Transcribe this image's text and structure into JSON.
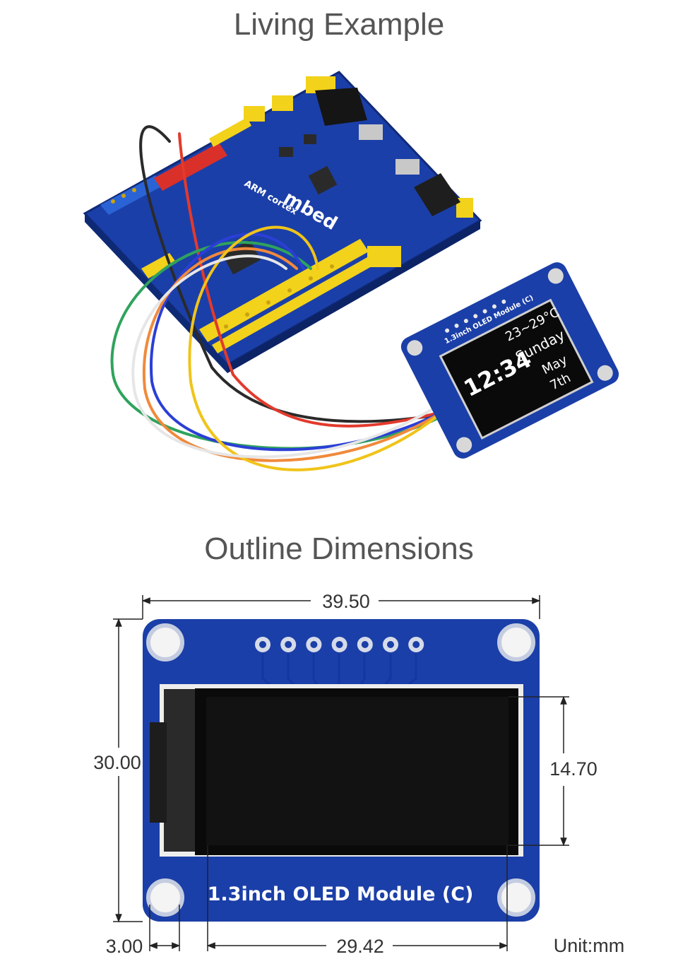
{
  "titles": {
    "living": "Living Example",
    "outline": "Outline Dimensions"
  },
  "living_example": {
    "board_label_mbed": "mbed",
    "board_label_arm": "ARM cortex",
    "module_label": "1.3inch OLED Module (C)",
    "screen": {
      "time": "12:34",
      "temp": "23~29°C",
      "day": "Sunday",
      "month": "May",
      "date": "7th"
    },
    "wire_colors": [
      "#2a2a2a",
      "#e23a2c",
      "#2fa35c",
      "#2b3fd6",
      "#f08a3c",
      "#f0c419",
      "#e6e6e6"
    ]
  },
  "outline": {
    "module_label": "1.3inch OLED Module (C)",
    "width": "39.50",
    "height": "30.00",
    "display_height": "14.70",
    "display_width": "29.42",
    "hole_offset": "3.00",
    "unit": "Unit:mm",
    "pin_count": 7
  },
  "colors": {
    "pcb_blue": "#1b3fa8",
    "header_yellow": "#f2d21b",
    "header_red": "#d9302a",
    "header_blue": "#2a63d6",
    "display_black": "#0a0a0a"
  }
}
